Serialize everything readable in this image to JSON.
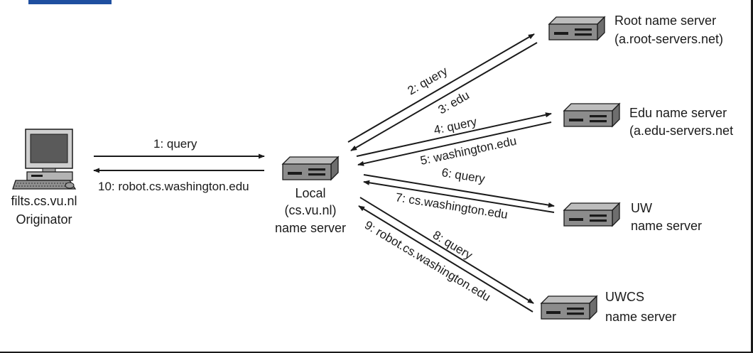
{
  "colors": {
    "ink": "#1a1a1a",
    "accent_bar": "#1f4fa0",
    "server_top": "#b9b9b9",
    "server_front": "#8a8a8a",
    "server_side": "#6e6e6e"
  },
  "nodes": {
    "originator": {
      "line1": "filts.cs.vu.nl",
      "line2": "Originator",
      "icon": "computer-icon"
    },
    "local": {
      "line1": "Local",
      "line2": "(cs.vu.nl)",
      "line3": "name server",
      "icon": "server-icon"
    },
    "root": {
      "line1": "Root name server",
      "line2": "(a.root-servers.net)",
      "icon": "server-icon"
    },
    "edu": {
      "line1": "Edu name server",
      "line2": "(a.edu-servers.net",
      "icon": "server-icon"
    },
    "uw": {
      "line1": "UW",
      "line2": "name server",
      "icon": "server-icon"
    },
    "uwcs": {
      "line1": "UWCS",
      "line2": "name server",
      "icon": "server-icon"
    }
  },
  "messages": {
    "m1": "1: query",
    "m2": "2: query",
    "m3": "3: edu",
    "m4": "4: query",
    "m5": "5: washington.edu",
    "m6": "6: query",
    "m7": "7: cs.washington.edu",
    "m8": "8: query",
    "m9": "9: robot.cs.washington.edu",
    "m10": "10: robot.cs.washington.edu"
  }
}
